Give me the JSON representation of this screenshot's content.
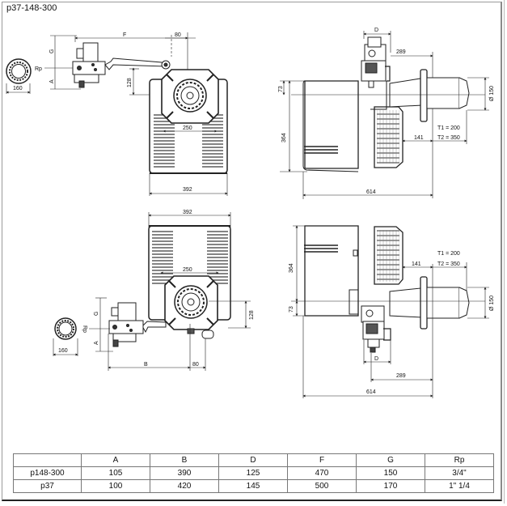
{
  "title": "p37-148-300",
  "views": {
    "top_plan": {
      "labels": {
        "F": "F",
        "dim80": "80",
        "Rp": "Rp",
        "G": "G",
        "A": "A",
        "dim128": "128",
        "dim250": "250",
        "dim392": "392",
        "dim160": "160"
      }
    },
    "side_top": {
      "labels": {
        "D": "D",
        "dim289": "289",
        "dim73": "73",
        "dim364": "364",
        "dim141": "141",
        "T1": "T1 = 200",
        "T2": "T2 = 350",
        "dia150": "Ø 150",
        "dim614": "614"
      }
    },
    "bottom_plan": {
      "labels": {
        "dim392": "392",
        "dim250": "250",
        "G": "G",
        "Rp": "Rp",
        "A": "A",
        "dim128": "128",
        "dim160": "160",
        "B": "B",
        "dim80": "80"
      }
    },
    "side_bottom": {
      "labels": {
        "dim364": "364",
        "dim73": "73",
        "dim141": "141",
        "T1": "T1 = 200",
        "T2": "T2 = 350",
        "dia150": "Ø 150",
        "D": "D",
        "dim289": "289",
        "dim614": "614"
      }
    }
  },
  "table": {
    "headers": [
      "",
      "A",
      "B",
      "D",
      "F",
      "G",
      "Rp"
    ],
    "rows": [
      [
        "p148-300",
        "105",
        "390",
        "125",
        "470",
        "150",
        "3/4\""
      ],
      [
        "p37",
        "100",
        "420",
        "145",
        "500",
        "170",
        "1\" 1/4"
      ]
    ]
  }
}
